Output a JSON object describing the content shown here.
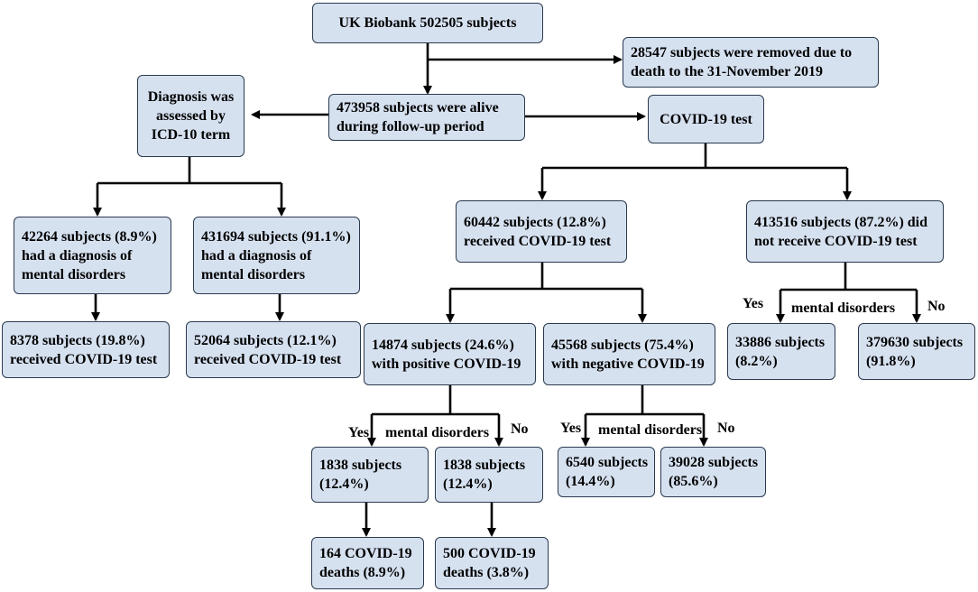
{
  "boxes": {
    "top": "UK Biobank 502505 subjects",
    "removed": "28547 subjects were removed due to\ndeath to the 31-November 2019",
    "alive": "473958 subjects were alive\nduring follow-up period",
    "diagnosis": "Diagnosis was\nassessed by\nICD-10 term",
    "covid_test": "COVID-19 test",
    "with_md": "42264 subjects (8.9%)\nhad a diagnosis of\nmental disorders",
    "without_md": "431694 subjects (91.1%)\nhad a diagnosis of\nmental disorders",
    "received": "60442 subjects (12.8%)\nreceived COVID-19 test",
    "not_received": "413516 subjects (87.2%) did\nnot receive COVID-19 test",
    "md_tested": "8378 subjects (19.8%)\nreceived COVID-19 test",
    "nomd_tested": "52064 subjects (12.1%)\nreceived COVID-19 test",
    "positive": "14874 subjects (24.6%)\nwith positive COVID-19",
    "negative": "45568 subjects (75.4%)\nwith negative COVID-19",
    "nr_yes": "33886 subjects\n(8.2%)",
    "nr_no": "379630 subjects\n(91.8%)",
    "pos_yes": "1838 subjects\n(12.4%)",
    "pos_no": "1838 subjects\n(12.4%)",
    "neg_yes": "6540 subjects\n(14.4%)",
    "neg_no": "39028 subjects\n(85.6%)",
    "deaths_yes": "164 COVID-19\ndeaths (8.9%)",
    "deaths_no": "500 COVID-19\ndeaths (3.8%)"
  },
  "labels": {
    "yes": "Yes",
    "no": "No",
    "mental_disorders": "mental disorders"
  },
  "colors": {
    "box_fill": "#d6e1f0",
    "box_border": "#2b3a4e",
    "line": "#000000"
  }
}
